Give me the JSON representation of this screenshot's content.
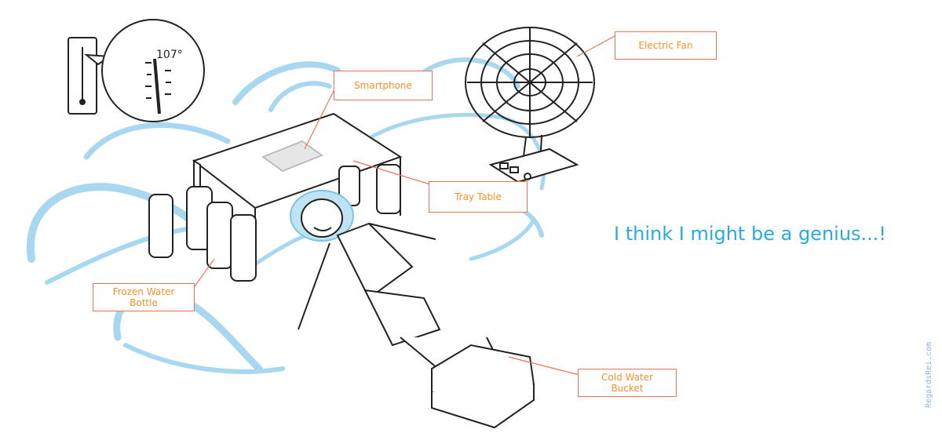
{
  "labels": {
    "electric_fan": "Electric Fan",
    "smartphone": "Smartphone",
    "tray_table": "Tray Table",
    "frozen_water_bottle": "Frozen Water\nBottle",
    "cold_water_bucket": "Cold Water\nBucket"
  },
  "caption": "I think I might be a genius...!",
  "thermometer_reading": "107°",
  "credit": "RegardsRei.com",
  "colors": {
    "wind": "#a8d8f0",
    "label_border": "#e8735a",
    "label_text": "#f0932b",
    "caption": "#29abe2",
    "ink": "#222222"
  }
}
